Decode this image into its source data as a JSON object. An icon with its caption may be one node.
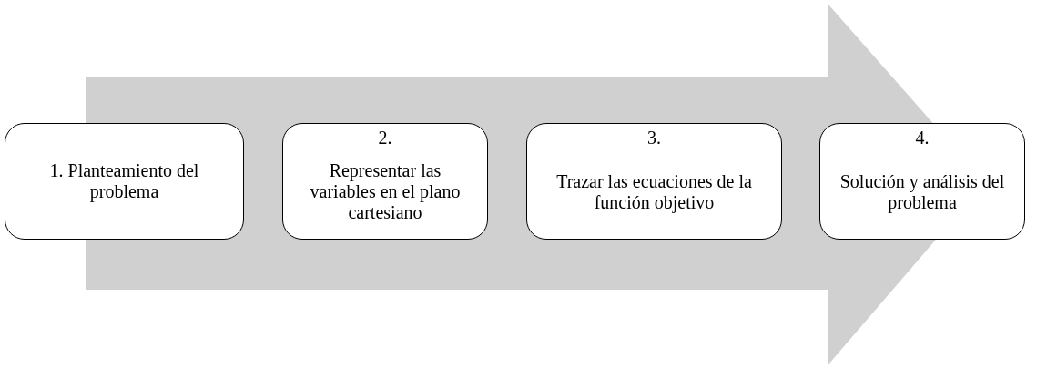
{
  "diagram": {
    "nodes": [
      {
        "text": [
          "1. Planteamiento del problema"
        ]
      },
      {
        "text": [
          "2.",
          "Representar las variables en el plano cartesiano"
        ]
      },
      {
        "text": [
          "3.",
          "Trazar las ecuaciones de la función objetivo"
        ]
      },
      {
        "text": [
          "4.",
          "Solución y análisis del problema"
        ]
      }
    ],
    "edges": [
      {
        "from": 0,
        "to": 3,
        "arrow": "to"
      }
    ]
  }
}
